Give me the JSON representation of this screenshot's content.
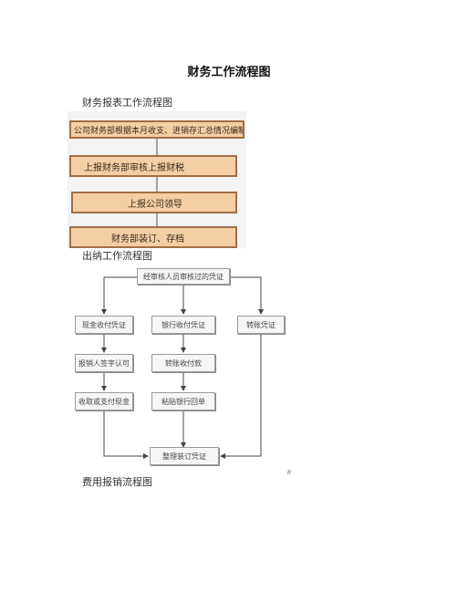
{
  "title": "财务工作流程图",
  "sections": {
    "report": "财务报表工作流程图",
    "cashier": "出纳工作流程图",
    "expense": "费用报销流程图"
  },
  "report_flow": {
    "steps": [
      "公司财务部根据本月收支、进销存汇总情况编制财务报表",
      "上报财务部审核上报财税",
      "上报公司领导",
      "财务部装订、存档"
    ]
  },
  "cashier_flow": {
    "top": "经审核人员审核过的凭证",
    "left_col": [
      "现金收付凭证",
      "报销人签字认可",
      "收取或支付现金"
    ],
    "mid_col": [
      "银行收付凭证",
      "转账收付款",
      "粘贴银行回单"
    ],
    "right_col": [
      "转账凭证"
    ],
    "bottom": "整理装订凭证"
  },
  "footnote_mark": "#"
}
